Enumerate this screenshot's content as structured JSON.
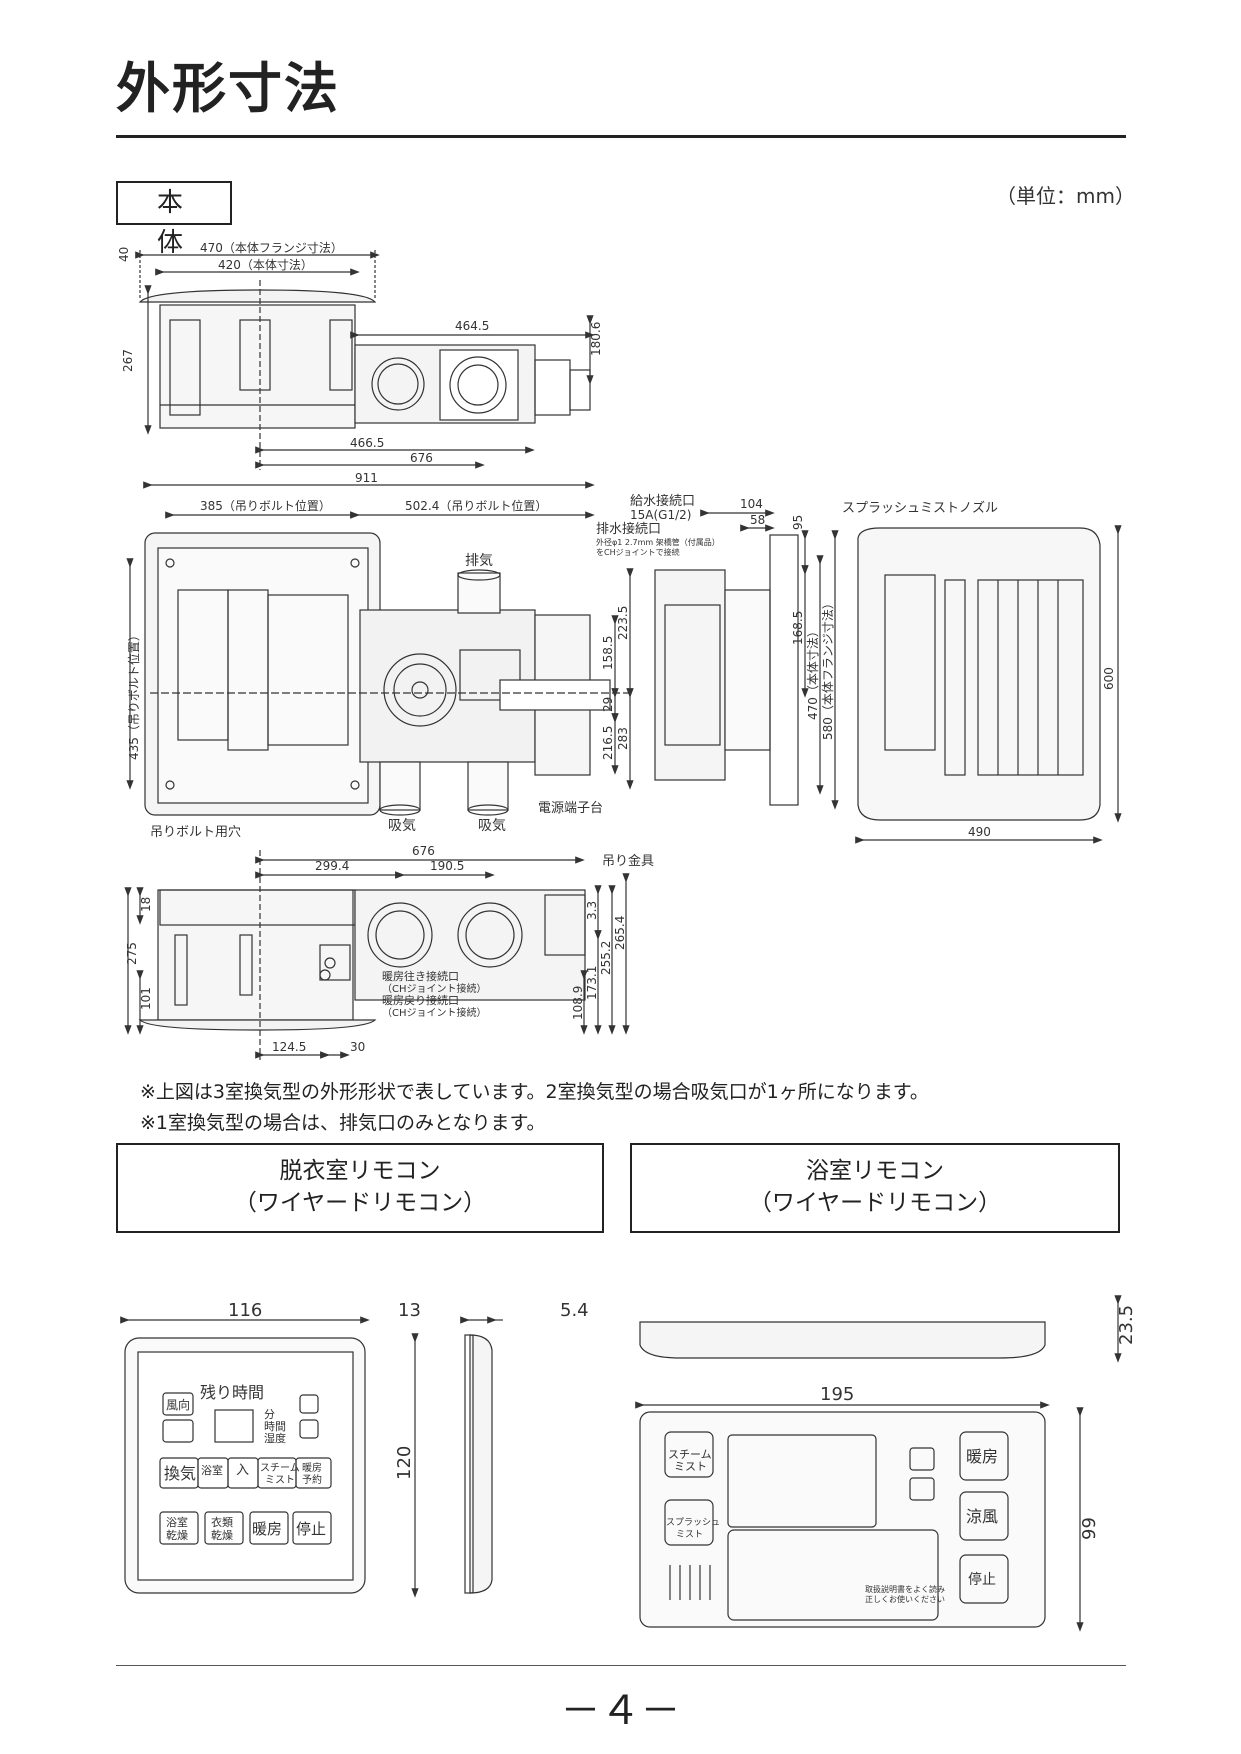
{
  "page": {
    "title": "外形寸法",
    "section": "本 体",
    "unit": "（単位：mm）",
    "number": "－４－"
  },
  "main_unit": {
    "top_view": {
      "dims": {
        "flange_width": "470（本体フランジ寸法）",
        "body_width": "420（本体寸法）",
        "d40": "40",
        "d267": "267",
        "d4645": "464.5",
        "d1806": "180.6",
        "d4665": "466.5",
        "d676": "676",
        "d911": "911"
      }
    },
    "plan_view": {
      "dims": {
        "bolt_385": "385（吊りボルト位置）",
        "bolt_5024": "502.4（吊りボルト位置）",
        "bolt_435": "435（吊りボルト位置）",
        "d1585": "158.5",
        "d2235": "223.5",
        "d29": "29",
        "d2165": "216.5",
        "d283": "283",
        "d104": "104",
        "d58": "58",
        "d95": "95",
        "d1685": "168.5",
        "d470": "470（本体寸法）",
        "d580": "580（本体フランジ寸法）",
        "d600": "600",
        "d490": "490"
      },
      "labels": {
        "exhaust": "排気",
        "intake1": "吸気",
        "intake2": "吸気",
        "bolt_hole": "吊りボルト用穴",
        "terminal": "電源端子台",
        "water_supply": "給水接続口",
        "water_supply_spec": "15A(G1/2)",
        "drain": "排水接続口",
        "drain_note1": "外径φ1 2.7mm 架橋管（付属品）",
        "drain_note2": "をCHジョイントで接続",
        "nozzle": "スプラッシュミストノズル"
      }
    },
    "side_view": {
      "dims": {
        "d676": "676",
        "d2994": "299.4",
        "d1905": "190.5",
        "d18": "18",
        "d275": "275",
        "d101": "101",
        "d33": "3.3",
        "d2652": "255.2",
        "d2654": "265.4",
        "d1731": "173.1",
        "d1089": "108.9",
        "d1245": "124.5",
        "d30": "30"
      },
      "labels": {
        "hanger": "吊り金具",
        "heat_in": "暖房往き接続口",
        "heat_in_sub": "（CHジョイント接続）",
        "heat_out": "暖房戻り接続口",
        "heat_out_sub": "（CHジョイント接続）"
      }
    }
  },
  "notes": [
    "※上図は3室換気型の外形形状で表しています。2室換気型の場合吸気口が1ヶ所になります。",
    "※1室換気型の場合は、排気口のみとなります。"
  ],
  "remotes": {
    "dressing": {
      "title": "脱衣室リモコン",
      "subtitle": "（ワイヤードリモコン）",
      "dims": {
        "w": "116",
        "d": "13",
        "d2": "5.4",
        "h": "120"
      },
      "buttons": {
        "wind": "風向",
        "remaining": "残り時間",
        "min": "分",
        "hour": "時間",
        "humidity": "湿度",
        "ventilate": "換気",
        "bath": "浴室",
        "on": "入",
        "steam": "スチーム",
        "steam2": "ミスト",
        "preheat": "暖房",
        "preheat2": "予約",
        "dry_bath": "浴室",
        "dry_bath2": "乾燥",
        "dry_clothes": "衣類",
        "dry_clothes2": "乾燥",
        "heating": "暖房",
        "stop": "停止"
      }
    },
    "bathroom": {
      "title": "浴室リモコン",
      "subtitle": "（ワイヤードリモコン）",
      "dims": {
        "w": "195",
        "h": "99",
        "d": "23.5"
      },
      "buttons": {
        "steam": "スチーム",
        "steam2": "ミスト",
        "splash": "スプラッシュ",
        "splash2": "ミスト",
        "heating": "暖房",
        "cool": "涼風",
        "stop": "停止",
        "caution1": "取扱説明書をよく読み",
        "caution2": "正しくお使いください"
      }
    }
  }
}
